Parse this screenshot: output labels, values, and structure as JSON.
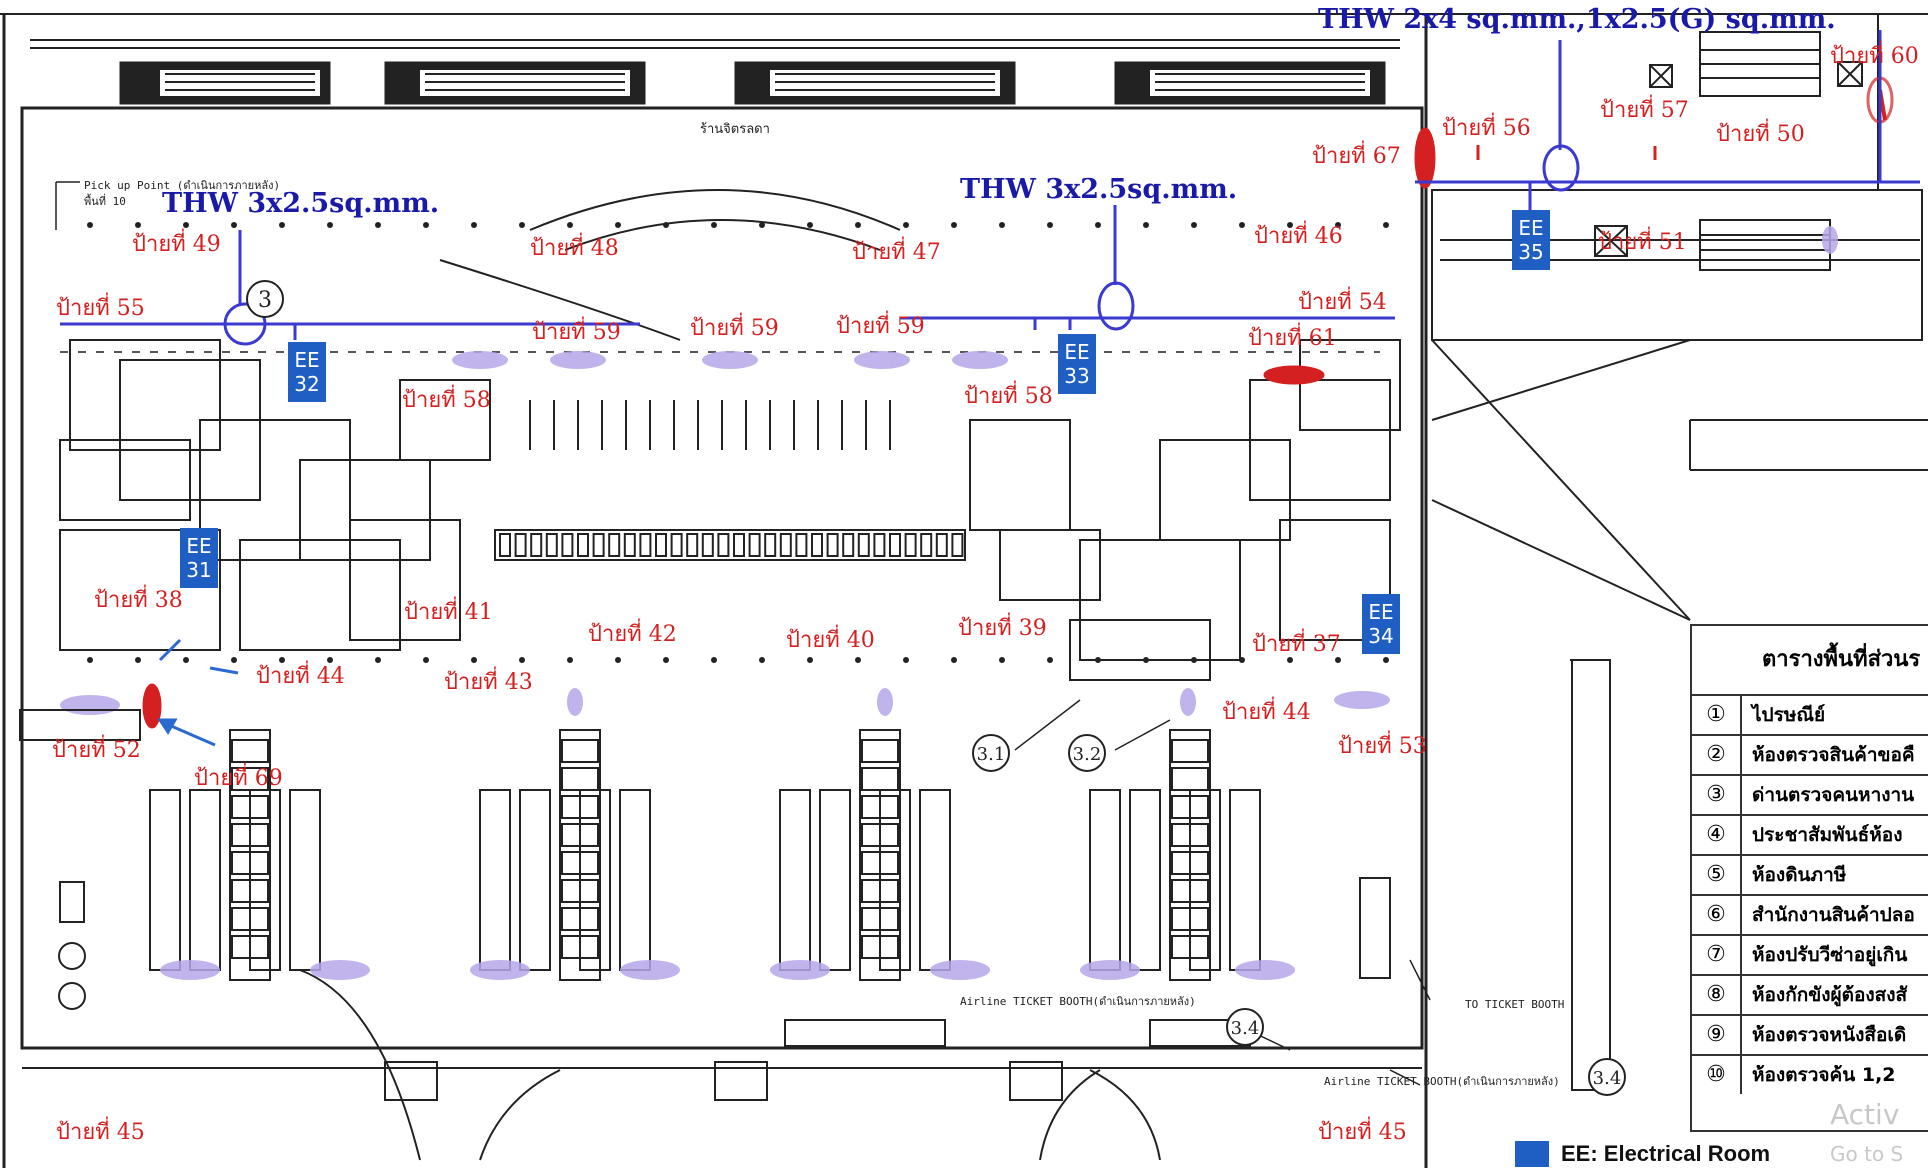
{
  "cables": {
    "c1": "THW 2x4 sq.mm.,1x2.5(G) sq.mm.",
    "c2": "THW 3x2.5sq.mm.",
    "c3": "THW 3x2.5sq.mm."
  },
  "signs": {
    "s60": "ป้ายที่ 60",
    "s56": "ป้ายที่ 56",
    "s57": "ป้ายที่ 57",
    "s50": "ป้ายที่ 50",
    "s67": "ป้ายที่ 67",
    "s49": "ป้ายที่ 49",
    "s48": "ป้ายที่ 48",
    "s47": "ป้ายที่ 47",
    "s46": "ป้ายที่ 46",
    "s51": "ป้ายที่ 51",
    "s55": "ป้ายที่ 55",
    "s59a": "ป้ายที่ 59",
    "s59b": "ป้ายที่ 59",
    "s59c": "ป้ายที่ 59",
    "s54": "ป้ายที่ 54",
    "s61": "ป้ายที่ 61",
    "s58a": "ป้ายที่ 58",
    "s58b": "ป้ายที่ 58",
    "s38": "ป้ายที่ 38",
    "s41": "ป้ายที่ 41",
    "s42": "ป้ายที่ 42",
    "s40": "ป้ายที่ 40",
    "s39": "ป้ายที่ 39",
    "s37": "ป้ายที่ 37",
    "s44a": "ป้ายที่ 44",
    "s43": "ป้ายที่ 43",
    "s44b": "ป้ายที่ 44",
    "s52": "ป้ายที่ 52",
    "s69": "ป้ายที่ 69",
    "s53": "ป้ายที่ 53",
    "s45a": "ป้ายที่ 45",
    "s45b": "ป้ายที่ 45"
  },
  "rooms": {
    "ee31": [
      "EE",
      "31"
    ],
    "ee32": [
      "EE",
      "32"
    ],
    "ee33": [
      "EE",
      "33"
    ],
    "ee34": [
      "EE",
      "34"
    ],
    "ee35": [
      "EE",
      "35"
    ]
  },
  "zones": {
    "z3": "3",
    "z31": "3.1",
    "z32": "3.2",
    "z34a": "3.4",
    "z34b": "3.4"
  },
  "small_text": {
    "pickup1": "Pick up Point (ดำเนินการภายหลัง)",
    "pickup2": "พื้นที่ 10",
    "shop": "ร้านจิตรลดา",
    "ticket1": "Airline TICKET BOOTH(ดำเนินการภายหลัง)",
    "ticket2": "Airline TICKET BOOTH(ดำเนินการภายหลัง)",
    "ticket3": "TO TICKET BOOTH"
  },
  "area_table": {
    "title": "ตารางพื้นที่ส่วนร",
    "rows": [
      {
        "num": "①",
        "name": "ไปรษณีย์"
      },
      {
        "num": "②",
        "name": "ห้องตรวจสินค้าขอคื"
      },
      {
        "num": "③",
        "name": "ด่านตรวจคนหางาน"
      },
      {
        "num": "④",
        "name": "ประชาสัมพันธ์ห้อง"
      },
      {
        "num": "⑤",
        "name": "ห้องดินภาษี"
      },
      {
        "num": "⑥",
        "name": "สำนักงานสินค้าปลอ"
      },
      {
        "num": "⑦",
        "name": "ห้องปรับวีซ่าอยู่เกิน"
      },
      {
        "num": "⑧",
        "name": "ห้องกักขังผู้ต้องสงสั"
      },
      {
        "num": "⑨",
        "name": "ห้องตรวจหนังสือเดิ"
      },
      {
        "num": "⑩",
        "name": "ห้องตรวจค้น 1,2"
      }
    ]
  },
  "legend": {
    "label": "EE: Electrical Room",
    "color": "#1f5fc4"
  },
  "watermark": {
    "line1": "Activ",
    "line2": "Go to S"
  },
  "colors": {
    "sign_text": "#d42020",
    "cable_text": "#1a1aa8",
    "ee_box": "#1f5fc4",
    "wire": "#3a3ad0",
    "marker": "#b6a6e8"
  }
}
